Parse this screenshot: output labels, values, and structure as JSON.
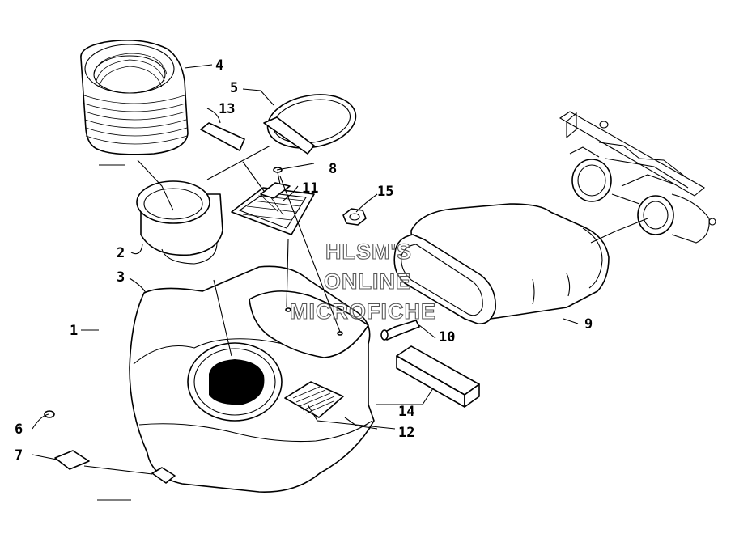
{
  "diagram": {
    "callouts": [
      "1",
      "2",
      "3",
      "4",
      "5",
      "6",
      "7",
      "8",
      "9",
      "10",
      "11",
      "12",
      "13",
      "14",
      "15"
    ],
    "watermark": [
      "HLSM'S",
      "ONLINE",
      "MICROFICHE"
    ]
  }
}
